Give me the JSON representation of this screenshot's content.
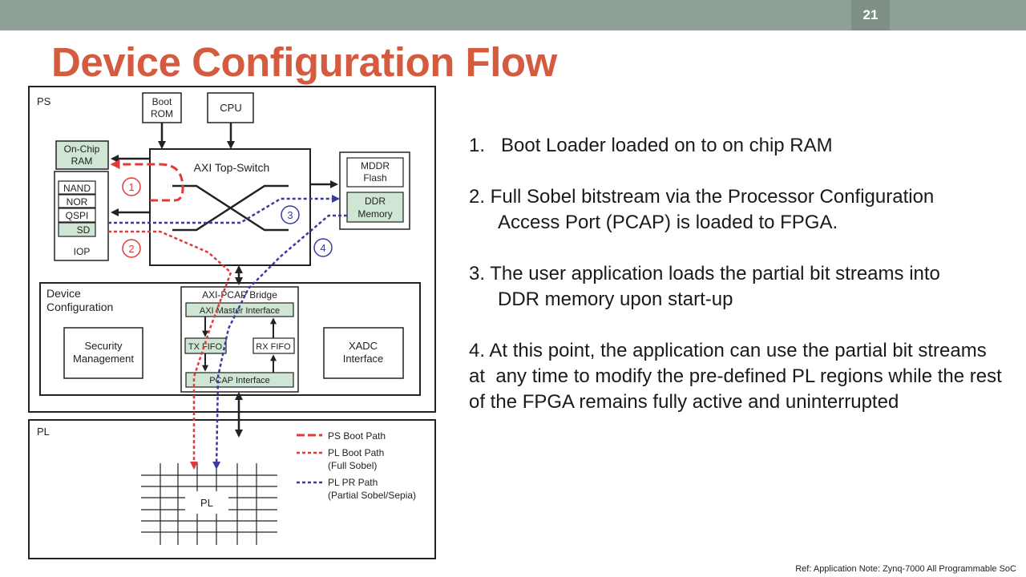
{
  "slide": {
    "page_number": "21",
    "title": "Device Configuration Flow",
    "reference": "Ref: Application Note: Zynq-7000 All Programmable SoC"
  },
  "diagram": {
    "ps_label": "PS",
    "pl_label": "PL",
    "boot_rom": [
      "Boot",
      "ROM"
    ],
    "cpu": "CPU",
    "on_chip_ram": [
      "On-Chip",
      "RAM"
    ],
    "axi_top_switch": "AXI Top-Switch",
    "mddr_flash": [
      "MDDR",
      "Flash"
    ],
    "ddr_memory": [
      "DDR",
      "Memory"
    ],
    "iop_items": [
      "NAND",
      "NOR",
      "QSPI",
      "SD"
    ],
    "iop_label": "IOP",
    "step_markers": [
      "1",
      "2",
      "3",
      "4"
    ],
    "device_configuration": [
      "Device",
      "Configuration"
    ],
    "security_management": [
      "Security",
      "Management"
    ],
    "axi_pcap_bridge": "AXI-PCAP Bridge",
    "axi_master_interface": "AXI Master Interface",
    "tx_fifo": "TX FIFO",
    "rx_fifo": "RX FIFO",
    "pcap_interface": "PCAP Interface",
    "xadc_interface": [
      "XADC",
      "Interface"
    ],
    "pl_block": "PL",
    "legend": [
      {
        "line1": "PS Boot Path",
        "line2": "",
        "color": "#e03a3a",
        "style": "dashed-heavy"
      },
      {
        "line1": "PL Boot Path",
        "line2": "(Full Sobel)",
        "color": "#e03a3a",
        "style": "dotted"
      },
      {
        "line1": "PL PR Path",
        "line2": "(Partial Sobel/Sepia)",
        "color": "#3a3aa0",
        "style": "dotted"
      }
    ]
  },
  "steps": {
    "s1": "1.   Boot Loader loaded on to on chip RAM",
    "s2a": "2. Full Sobel bitstream via the Processor Configuration",
    "s2b": "Access Port (PCAP) is loaded to FPGA.",
    "s3a": "3. The user application loads the partial bit streams into",
    "s3b": "DDR memory upon start-up",
    "s4": "4. At this point, the application can use the partial bit streams  at  any time to modify the pre-defined PL regions while the rest of the FPGA remains fully active and uninterrupted"
  },
  "colors": {
    "topbar": "#8fa197",
    "title": "#d45b3f",
    "block_fill": "#cfe6d4",
    "red_path": "#e03a3a",
    "blue_path": "#3a3aa0"
  }
}
